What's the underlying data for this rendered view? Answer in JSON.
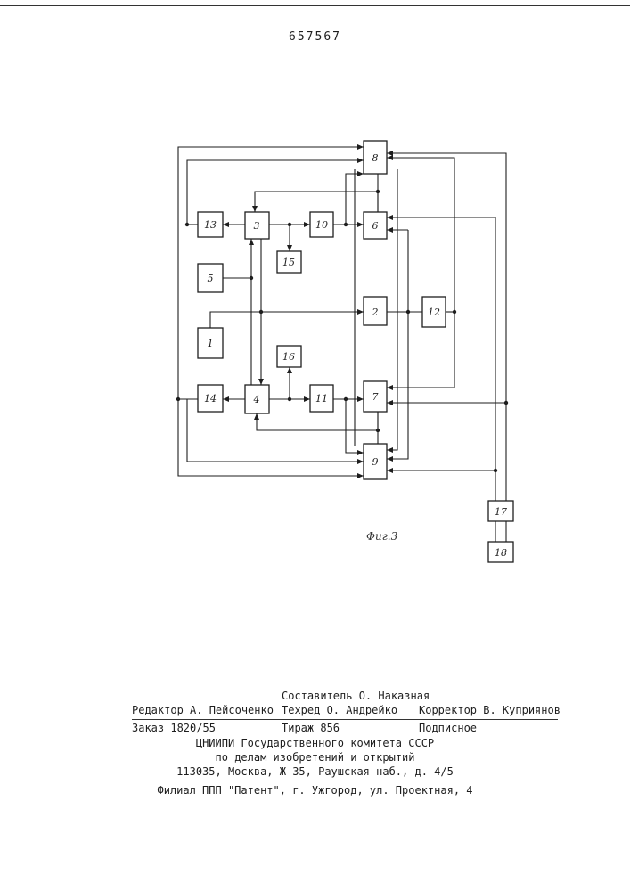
{
  "header": {
    "patent_number": "657567"
  },
  "figure": {
    "caption": "Фиг.3",
    "blocks": [
      {
        "id": "b1",
        "label": "1"
      },
      {
        "id": "b2",
        "label": "2"
      },
      {
        "id": "b3",
        "label": "3"
      },
      {
        "id": "b4",
        "label": "4"
      },
      {
        "id": "b5",
        "label": "5"
      },
      {
        "id": "b6",
        "label": "6"
      },
      {
        "id": "b7",
        "label": "7"
      },
      {
        "id": "b8",
        "label": "8"
      },
      {
        "id": "b9",
        "label": "9"
      },
      {
        "id": "b10",
        "label": "10"
      },
      {
        "id": "b11",
        "label": "11"
      },
      {
        "id": "b12",
        "label": "12"
      },
      {
        "id": "b13",
        "label": "13"
      },
      {
        "id": "b14",
        "label": "14"
      },
      {
        "id": "b15",
        "label": "15"
      },
      {
        "id": "b16",
        "label": "16"
      },
      {
        "id": "b17",
        "label": "17"
      },
      {
        "id": "b18",
        "label": "18"
      }
    ]
  },
  "colophon": {
    "compiler": "Составитель О. Наказная",
    "editor": "Редактор А. Пейсоченко",
    "techred": "Техред О. Андрейко",
    "corrector": "Корректор В. Куприянов",
    "order": "Заказ 1820/55",
    "circulation": "Тираж 856",
    "subscription": "Подписное",
    "org_line1": "ЦНИИПИ Государственного комитета СССР",
    "org_line2": "по делам изобретений и открытий",
    "address": "113035, Москва, Ж-35, Раушская наб., д. 4/5",
    "branch": "Филиал ППП \"Патент\", г. Ужгород, ул. Проектная, 4"
  }
}
